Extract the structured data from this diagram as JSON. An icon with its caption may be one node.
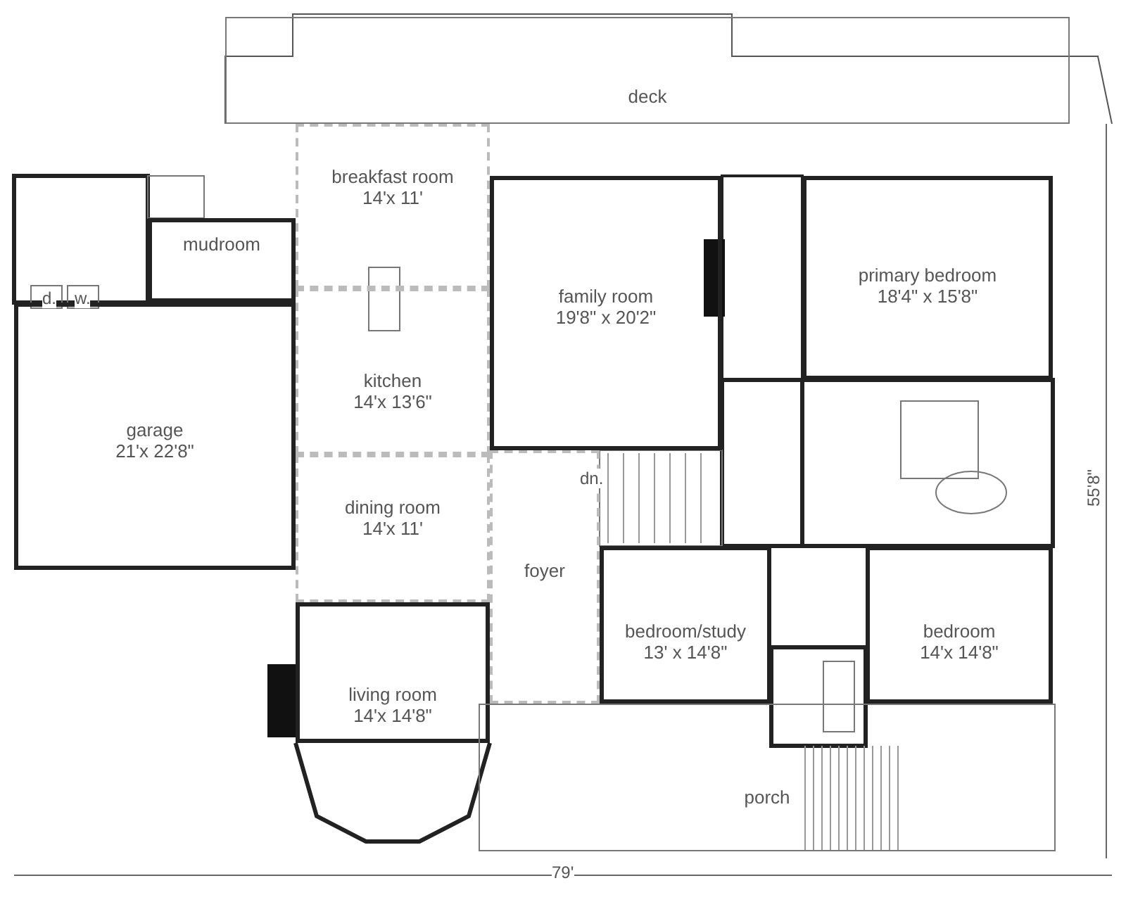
{
  "diagram": {
    "nodes": [
      {
        "text": [
          "deck"
        ]
      },
      {
        "text": [
          "breakfast room",
          "14'x 11'"
        ]
      },
      {
        "text": [
          "mudroom"
        ]
      },
      {
        "text": [
          "family room",
          "19'8\" x 20'2\""
        ]
      },
      {
        "text": [
          "primary bedroom",
          "18'4\" x 15'8\""
        ]
      },
      {
        "text": [
          "kitchen",
          "14'x 13'6\""
        ]
      },
      {
        "text": [
          "garage",
          "21'x 22'8\""
        ]
      },
      {
        "text": [
          "dining room",
          "14'x 11'"
        ]
      },
      {
        "text": [
          "foyer"
        ]
      },
      {
        "text": [
          "bedroom/study",
          "13' x 14'8\""
        ]
      },
      {
        "text": [
          "bedroom",
          "14'x 14'8\""
        ]
      },
      {
        "text": [
          "living room",
          "14'x 14'8\""
        ]
      },
      {
        "text": [
          "porch"
        ]
      }
    ],
    "labels": [
      "d.",
      "w.",
      "dn.",
      "79'",
      "55'8\""
    ]
  }
}
